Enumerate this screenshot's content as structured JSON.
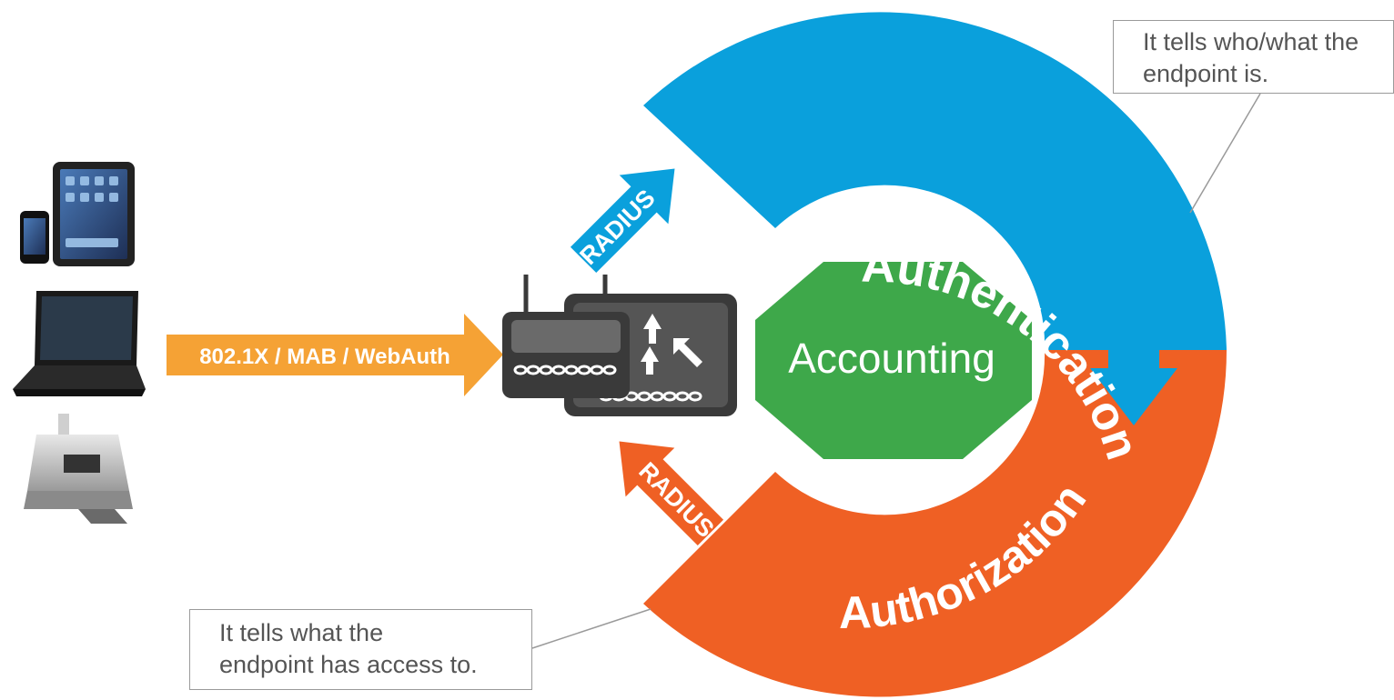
{
  "arrows": {
    "protocol_label": "802.1X / MAB / WebAuth",
    "radius_upper_label": "RADIUS",
    "radius_lower_label": "RADIUS"
  },
  "ring": {
    "authentication_label": "Authentication",
    "authorization_label": "Authorization"
  },
  "center": {
    "accounting_label": "Accounting"
  },
  "callouts": {
    "authentication": {
      "line1": "It tells who/what the",
      "line2": "endpoint is."
    },
    "authorization": {
      "line1": "It tells what the",
      "line2": "endpoint has access to."
    }
  },
  "devices": [
    "tablet-and-phone",
    "laptop",
    "printer"
  ],
  "colors": {
    "authentication": "#0aa0dc",
    "authorization": "#ef6024",
    "accounting": "#3ea84a",
    "protocol_arrow": "#f5a235",
    "device_dark": "#3a3a3a",
    "callout_border": "#9a9a9a",
    "callout_text": "#555555"
  }
}
